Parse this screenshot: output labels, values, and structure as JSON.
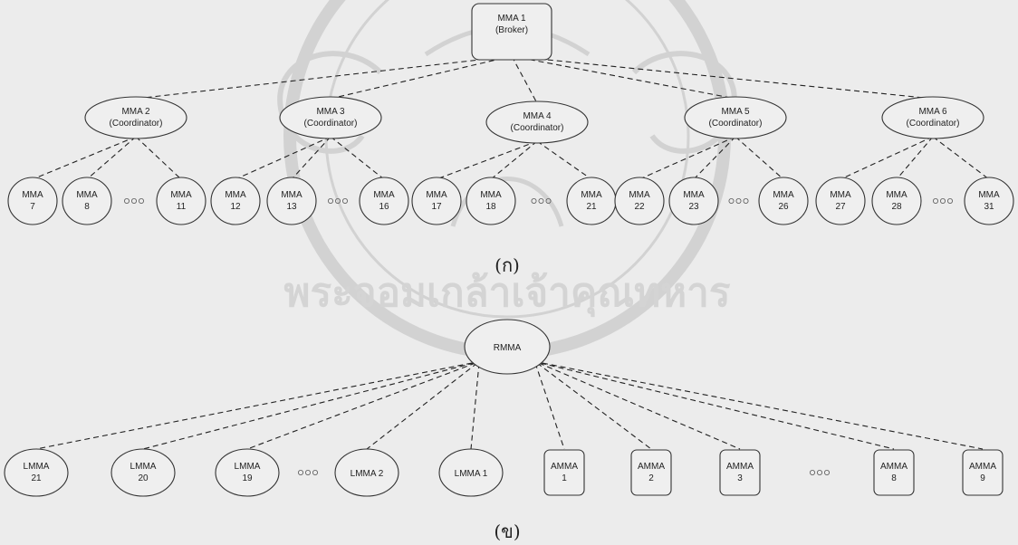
{
  "diagram_a": {
    "caption": "(ก)",
    "broker": {
      "name": "MMA 1",
      "role": "(Broker)"
    },
    "coordinators": [
      {
        "name": "MMA 2",
        "role": "(Coordinator)"
      },
      {
        "name": "MMA 3",
        "role": "(Coordinator)"
      },
      {
        "name": "MMA 4",
        "role": "(Coordinator)"
      },
      {
        "name": "MMA 5",
        "role": "(Coordinator)"
      },
      {
        "name": "MMA 6",
        "role": "(Coordinator)"
      }
    ],
    "leaf_groups": [
      {
        "leaves": [
          {
            "l1": "MMA",
            "l2": "7"
          },
          {
            "l1": "MMA",
            "l2": "8"
          },
          {
            "l1": "MMA",
            "l2": "11"
          }
        ]
      },
      {
        "leaves": [
          {
            "l1": "MMA",
            "l2": "12"
          },
          {
            "l1": "MMA",
            "l2": "13"
          },
          {
            "l1": "MMA",
            "l2": "16"
          }
        ]
      },
      {
        "leaves": [
          {
            "l1": "MMA",
            "l2": "17"
          },
          {
            "l1": "MMA",
            "l2": "18"
          },
          {
            "l1": "MMA",
            "l2": "21"
          }
        ]
      },
      {
        "leaves": [
          {
            "l1": "MMA",
            "l2": "22"
          },
          {
            "l1": "MMA",
            "l2": "23"
          },
          {
            "l1": "MMA",
            "l2": "26"
          }
        ]
      },
      {
        "leaves": [
          {
            "l1": "MMA",
            "l2": "27"
          },
          {
            "l1": "MMA",
            "l2": "28"
          },
          {
            "l1": "MMA",
            "l2": "31"
          }
        ]
      }
    ]
  },
  "diagram_b": {
    "caption": "(ข)",
    "root": {
      "name": "RMMA"
    },
    "children": [
      {
        "l1": "LMMA",
        "l2": "21",
        "shape": "ellipse"
      },
      {
        "l1": "LMMA",
        "l2": "20",
        "shape": "ellipse"
      },
      {
        "l1": "LMMA",
        "l2": "19",
        "shape": "ellipse"
      },
      {
        "l1": "LMMA 2",
        "l2": "",
        "shape": "ellipse"
      },
      {
        "l1": "LMMA 1",
        "l2": "",
        "shape": "ellipse"
      },
      {
        "l1": "AMMA",
        "l2": "1",
        "shape": "rect"
      },
      {
        "l1": "AMMA",
        "l2": "2",
        "shape": "rect"
      },
      {
        "l1": "AMMA",
        "l2": "3",
        "shape": "rect"
      },
      {
        "l1": "AMMA",
        "l2": "8",
        "shape": "rect"
      },
      {
        "l1": "AMMA",
        "l2": "9",
        "shape": "rect"
      }
    ]
  },
  "watermark": {
    "text": "พระจอมเกล้าเจ้าคุณทหาร"
  },
  "colors": {
    "background": "#ececec",
    "line": "#222222",
    "watermark": "#d2d2d2"
  }
}
